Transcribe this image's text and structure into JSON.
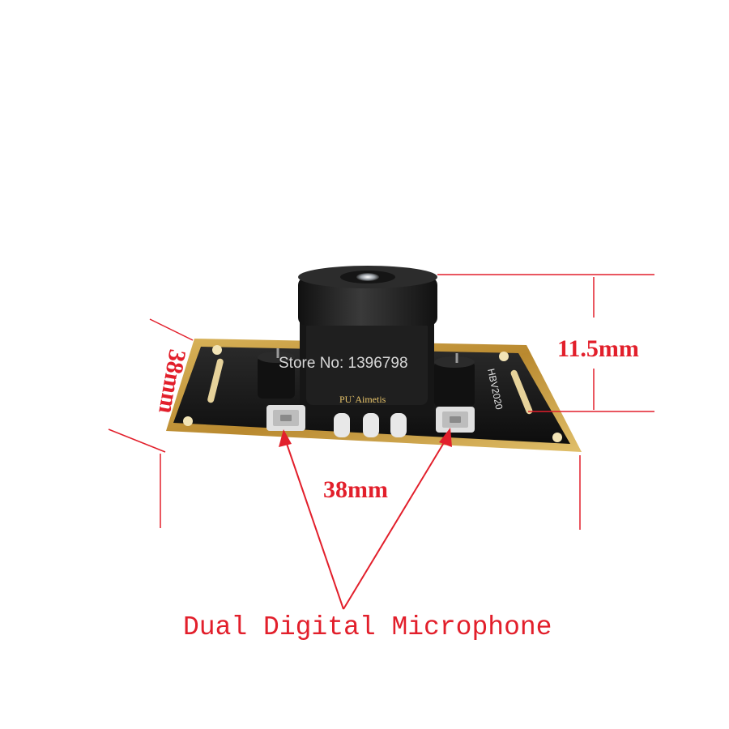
{
  "labels": {
    "height_dim": "11.5mm",
    "side_dim": "38mm",
    "width_dim": "38mm",
    "caption": "Dual Digital Microphone",
    "watermark": "Store No: 1396798",
    "brand": "PU`Aimetis",
    "silkscreen": "HBV2020"
  },
  "colors": {
    "annotation": "#e21f2b",
    "board": "#141414",
    "board_edge": "#c9a24a",
    "lens": "#1b1b1b",
    "pad": "#d6d6d6"
  }
}
